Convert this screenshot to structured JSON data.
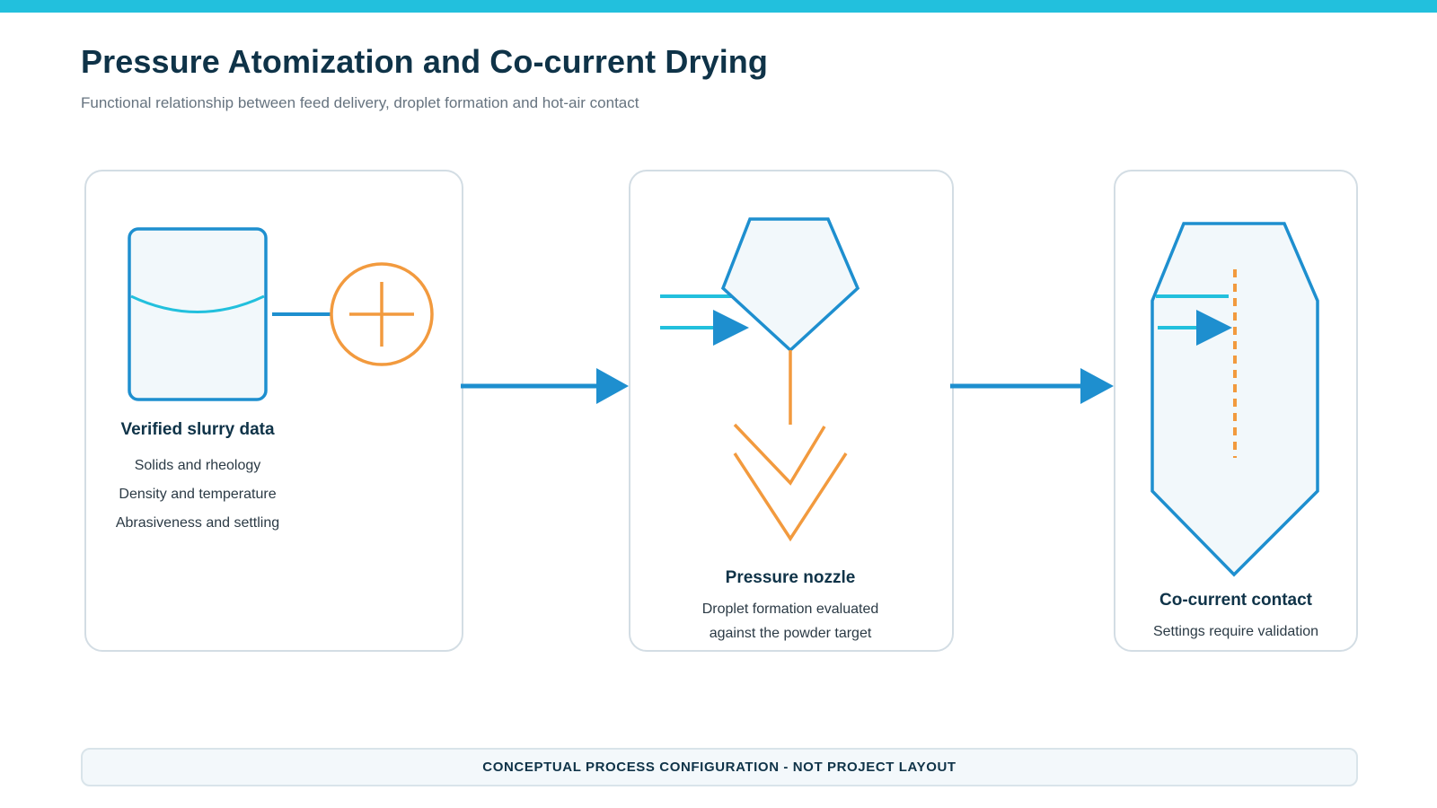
{
  "header": {
    "title": "Pressure Atomization and Co-current Drying",
    "subtitle": "Functional relationship between feed delivery, droplet formation and hot-air contact"
  },
  "stages": {
    "feed": {
      "title": "Verified slurry data",
      "items": [
        "Solids and rheology",
        "Density and temperature",
        "Abrasiveness and settling"
      ]
    },
    "nozzle": {
      "title": "Pressure nozzle",
      "lines": [
        "Droplet formation evaluated",
        "against the powder target"
      ]
    },
    "dryer": {
      "title": "Co-current contact",
      "lines": [
        "Settings require validation"
      ]
    }
  },
  "footer": {
    "note": "CONCEPTUAL PROCESS CONFIGURATION - NOT PROJECT LAYOUT"
  },
  "colors": {
    "header_bar": "#22c0dd",
    "title": "#0f3348",
    "process_blue": "#1e8fcf",
    "air_cyan": "#22c0dd",
    "spray_orange": "#f29a3e",
    "vessel_fill": "#f2f8fb",
    "panel_border": "#d3dde4"
  },
  "icons": [
    "feed-tank-icon",
    "pump-icon",
    "nozzle-icon",
    "spray-cone-icon",
    "drying-chamber-icon",
    "flow-arrow-icon"
  ]
}
